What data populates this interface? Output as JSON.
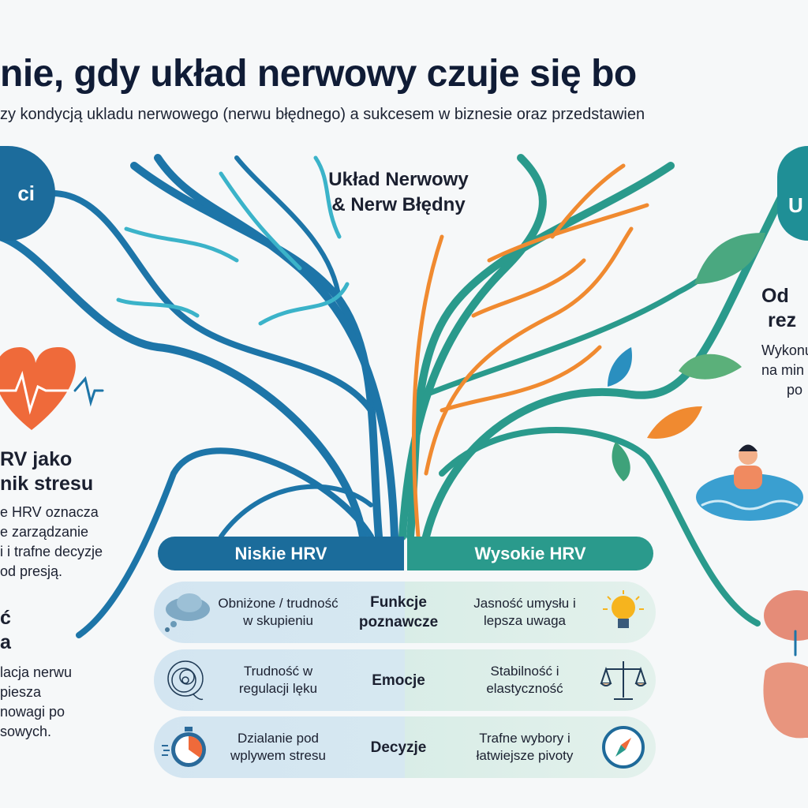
{
  "header": {
    "title": "nie, gdy układ nerwowy czuje się bo",
    "subtitle": "zy kondycją ukladu nerwowego (nerwu błędnego) a sukcesem w biznesie oraz przedstawien"
  },
  "center": {
    "line1": "Układ Nerwowy",
    "line2": "& Nerw Błędny"
  },
  "left_circle": "ci",
  "right_circle": "U",
  "left_sections": [
    {
      "title_lines": [
        "RV jako",
        "nik stresu"
      ],
      "text_lines": [
        "e HRV oznacza",
        "e zarządzanie",
        "i i trafne decyzje",
        "od presją."
      ]
    },
    {
      "title_lines": [
        "ć",
        "a"
      ],
      "text_lines": [
        "lacja nerwu",
        "piesza",
        "nowagi po",
        "sowych."
      ]
    }
  ],
  "right_section": {
    "title_lines": [
      "Od",
      "rez"
    ],
    "text_lines": [
      "Wykonu",
      "na min",
      "po"
    ]
  },
  "table": {
    "header_low": "Niskie HRV",
    "header_high": "Wysokie HRV",
    "rows": [
      {
        "icon_left": "cloud-icon",
        "low": "Obniżone / trudność w skupieniu",
        "category": "Funkcje poznawcze",
        "high": "Jasność umysłu i lepsza uwaga",
        "icon_right": "lightbulb-icon"
      },
      {
        "icon_left": "tangle-icon",
        "low": "Trudność w regulacji lęku",
        "category": "Emocje",
        "high": "Stabilność i elastyczność",
        "icon_right": "scales-icon"
      },
      {
        "icon_left": "stopwatch-icon",
        "low": "Dzialanie pod wplywem stresu",
        "category": "Decyzje",
        "high": "Trafne wybory i łatwiejsze pivoty",
        "icon_right": "compass-icon"
      }
    ]
  },
  "colors": {
    "blue": "#1b6c9b",
    "teal": "#2a9a8c",
    "orange": "#f08a30",
    "title": "#101c36"
  }
}
